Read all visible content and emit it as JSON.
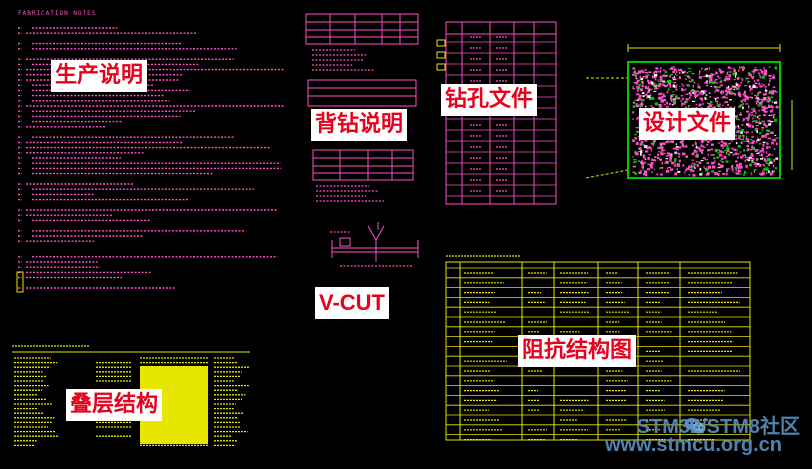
{
  "colors": {
    "background": "#000000",
    "magenta": "#ff4fc8",
    "yellow": "#e6e600",
    "green": "#00c800",
    "label_text": "#e8001c",
    "label_bg": "#ffffff",
    "watermark": "#5a8fc0"
  },
  "fabrication_notes_title": "FABRICATION NOTES",
  "labels": {
    "production_notes": "生产说明",
    "backdrill_notes": "背钻说明",
    "drill_file": "钻孔文件",
    "design_file": "设计文件",
    "vcut": "V-CUT",
    "impedance_structure": "阻抗结构图",
    "stackup_structure": "叠层结构"
  },
  "watermark": {
    "line1": "STM32/STM8社区",
    "line2": "www.stmcu.org.cn"
  },
  "icons": {
    "wechat": "wechat-icon"
  }
}
